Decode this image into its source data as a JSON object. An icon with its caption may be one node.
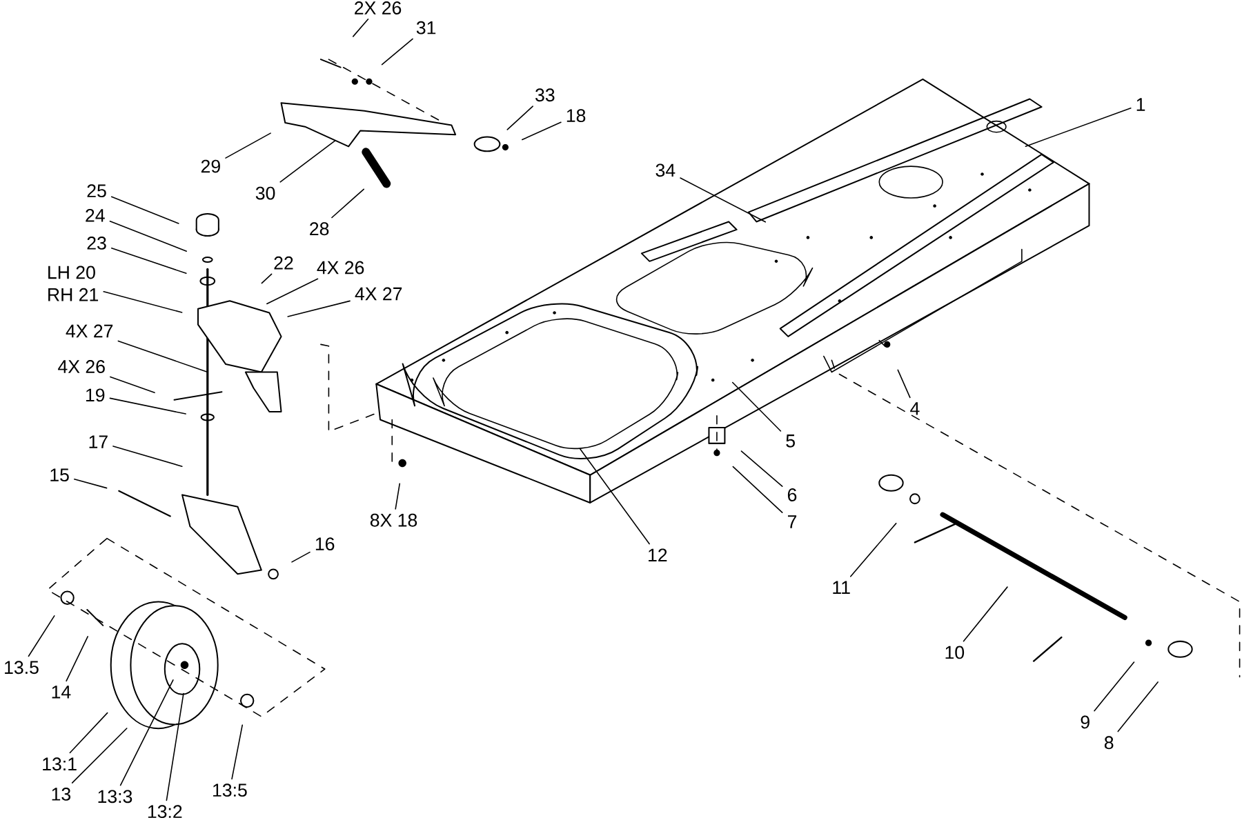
{
  "diagram": {
    "nodes": [
      {
        "text": [
          "1"
        ]
      },
      {
        "text": [
          "2X 26"
        ]
      },
      {
        "text": [
          "31"
        ]
      },
      {
        "text": [
          "33"
        ]
      },
      {
        "text": [
          "18"
        ]
      },
      {
        "text": [
          "29"
        ]
      },
      {
        "text": [
          "30"
        ]
      },
      {
        "text": [
          "28"
        ]
      },
      {
        "text": [
          "34"
        ]
      },
      {
        "text": [
          "25"
        ]
      },
      {
        "text": [
          "24"
        ]
      },
      {
        "text": [
          "23"
        ]
      },
      {
        "text": [
          "LH 20",
          "RH 21"
        ]
      },
      {
        "text": [
          "22"
        ]
      },
      {
        "text": [
          "4X 26"
        ]
      },
      {
        "text": [
          "4X 27"
        ]
      },
      {
        "text": [
          "4X 27"
        ]
      },
      {
        "text": [
          "4X 26"
        ]
      },
      {
        "text": [
          "19"
        ]
      },
      {
        "text": [
          "17"
        ]
      },
      {
        "text": [
          "15"
        ]
      },
      {
        "text": [
          "16"
        ]
      },
      {
        "text": [
          "13.5"
        ]
      },
      {
        "text": [
          "14"
        ]
      },
      {
        "text": [
          "13:1"
        ]
      },
      {
        "text": [
          "13"
        ]
      },
      {
        "text": [
          "13:3"
        ]
      },
      {
        "text": [
          "13:2"
        ]
      },
      {
        "text": [
          "13:5"
        ]
      },
      {
        "text": [
          "8X 18"
        ]
      },
      {
        "text": [
          "12"
        ]
      },
      {
        "text": [
          "5"
        ]
      },
      {
        "text": [
          "4"
        ]
      },
      {
        "text": [
          "6"
        ]
      },
      {
        "text": [
          "7"
        ]
      },
      {
        "text": [
          "11"
        ]
      },
      {
        "text": [
          "10"
        ]
      },
      {
        "text": [
          "9"
        ]
      },
      {
        "text": [
          "8"
        ]
      }
    ],
    "edges": [
      {
        "from": 0,
        "to": null,
        "arrow": "none"
      },
      {
        "from": 1,
        "to": null,
        "arrow": "none"
      },
      {
        "from": 2,
        "to": null,
        "arrow": "none"
      },
      {
        "from": 3,
        "to": null,
        "arrow": "none"
      },
      {
        "from": 4,
        "to": null,
        "arrow": "none"
      },
      {
        "from": 5,
        "to": null,
        "arrow": "none"
      },
      {
        "from": 6,
        "to": null,
        "arrow": "none"
      },
      {
        "from": 7,
        "to": null,
        "arrow": "none"
      },
      {
        "from": 8,
        "to": null,
        "arrow": "none"
      },
      {
        "from": 9,
        "to": null,
        "arrow": "none"
      },
      {
        "from": 10,
        "to": null,
        "arrow": "none"
      },
      {
        "from": 11,
        "to": null,
        "arrow": "none"
      },
      {
        "from": 12,
        "to": null,
        "arrow": "none"
      },
      {
        "from": 13,
        "to": null,
        "arrow": "none"
      },
      {
        "from": 14,
        "to": null,
        "arrow": "none"
      },
      {
        "from": 15,
        "to": null,
        "arrow": "none"
      },
      {
        "from": 16,
        "to": null,
        "arrow": "none"
      },
      {
        "from": 17,
        "to": null,
        "arrow": "none"
      },
      {
        "from": 18,
        "to": null,
        "arrow": "none"
      },
      {
        "from": 19,
        "to": null,
        "arrow": "none"
      },
      {
        "from": 20,
        "to": null,
        "arrow": "none"
      },
      {
        "from": 21,
        "to": null,
        "arrow": "none"
      },
      {
        "from": 22,
        "to": null,
        "arrow": "none"
      },
      {
        "from": 23,
        "to": null,
        "arrow": "none"
      },
      {
        "from": 24,
        "to": null,
        "arrow": "none"
      },
      {
        "from": 25,
        "to": null,
        "arrow": "none"
      },
      {
        "from": 26,
        "to": null,
        "arrow": "none"
      },
      {
        "from": 27,
        "to": null,
        "arrow": "none"
      },
      {
        "from": 28,
        "to": null,
        "arrow": "none"
      },
      {
        "from": 29,
        "to": null,
        "arrow": "none"
      },
      {
        "from": 30,
        "to": null,
        "arrow": "none"
      },
      {
        "from": 31,
        "to": null,
        "arrow": "none"
      },
      {
        "from": 32,
        "to": null,
        "arrow": "none"
      },
      {
        "from": 33,
        "to": null,
        "arrow": "none"
      },
      {
        "from": 34,
        "to": null,
        "arrow": "none"
      },
      {
        "from": 35,
        "to": null,
        "arrow": "none"
      },
      {
        "from": 36,
        "to": null,
        "arrow": "none"
      },
      {
        "from": 37,
        "to": null,
        "arrow": "none"
      },
      {
        "from": 38,
        "to": null,
        "arrow": "none"
      }
    ]
  }
}
